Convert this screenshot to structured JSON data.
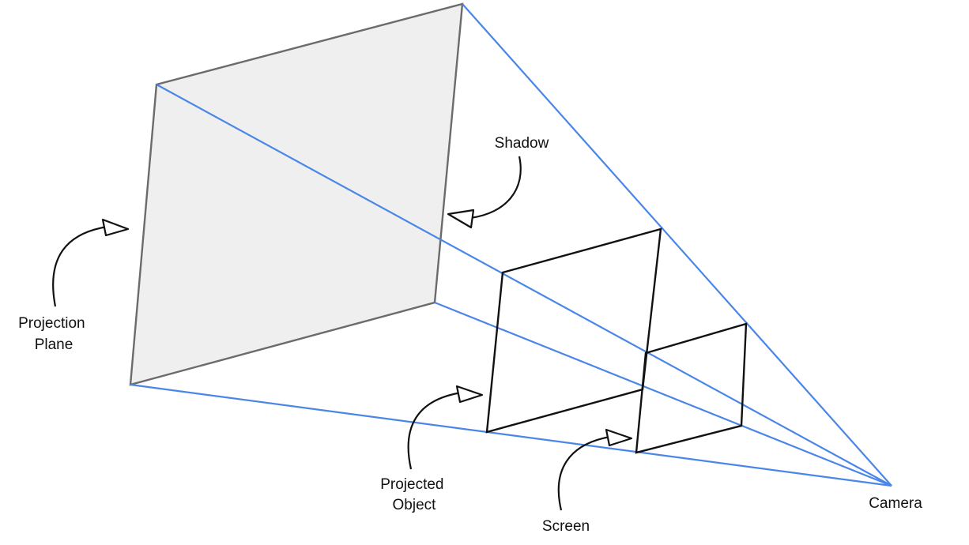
{
  "labels": {
    "projection_plane": [
      "Projection",
      "Plane"
    ],
    "shadow": "Shadow",
    "projected_object": [
      "Projected",
      "Object"
    ],
    "screen": "Screen",
    "camera": "Camera"
  },
  "colors": {
    "ray": "#4a86e8",
    "plane_fill": "#efefef",
    "plane_stroke": "#6b6b6b",
    "frame_stroke": "#111111",
    "text": "#111111",
    "pointer_stroke": "#111111"
  }
}
